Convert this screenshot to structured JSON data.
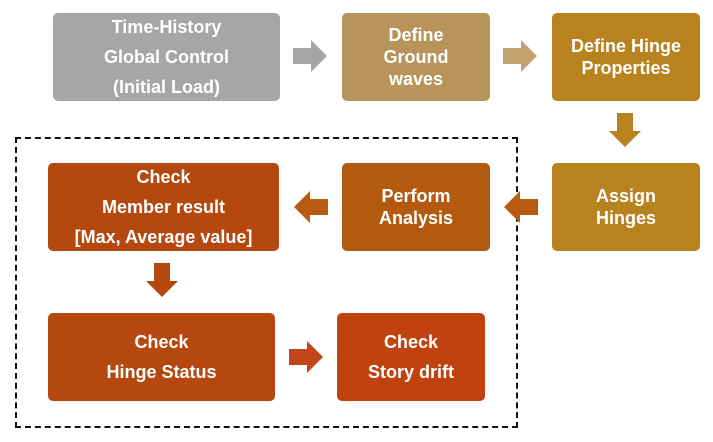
{
  "colors": {
    "gray": "#a6a6a6",
    "tan": "#b8935a",
    "gold": "#b8831f",
    "rust_dark": "#b4480e",
    "rust": "#b35a10",
    "red_orange": "#c0420e",
    "arrow_gray": "#a6a6a6",
    "arrow_tan": "#c4a270",
    "arrow_gold": "#b8831f",
    "arrow_rust": "#b95a12",
    "arrow_red": "#c2441a"
  },
  "nodes": {
    "time_history": {
      "lines": [
        "Time-History",
        "Global Control",
        "(Initial Load)"
      ]
    },
    "define_ground": {
      "lines": [
        "Define",
        "Ground",
        "waves"
      ]
    },
    "define_hinge": {
      "lines": [
        "Define Hinge",
        "Properties"
      ]
    },
    "assign_hinges": {
      "lines": [
        "Assign",
        "Hinges"
      ]
    },
    "perform_analysis": {
      "lines": [
        "Perform",
        "Analysis"
      ]
    },
    "check_member": {
      "lines": [
        "Check",
        "Member result",
        "[Max, Average value]"
      ]
    },
    "check_hinge": {
      "lines": [
        "Check",
        "Hinge Status"
      ]
    },
    "check_drift": {
      "lines": [
        "Check",
        "Story drift"
      ]
    }
  }
}
